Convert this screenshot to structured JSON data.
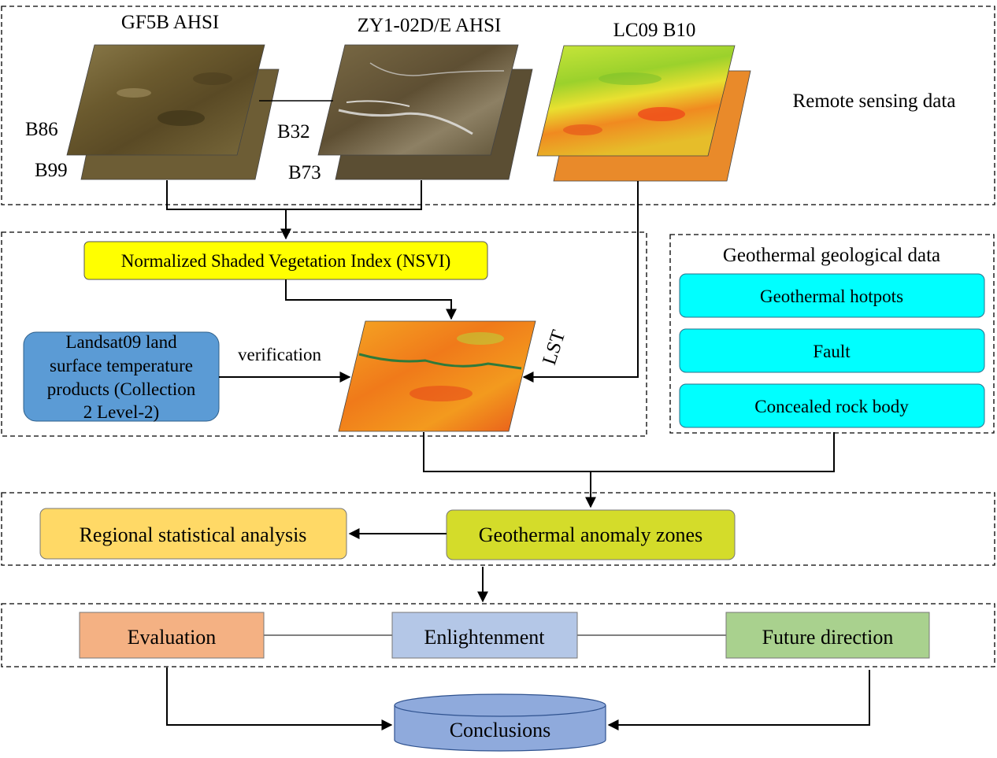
{
  "sensors": {
    "gf5b": {
      "title": "GF5B AHSI",
      "band_top": "B86",
      "band_bottom": "B99"
    },
    "zy1": {
      "title": "ZY1-02D/E AHSI",
      "band_top": "B32",
      "band_bottom": "B73"
    },
    "lc09": {
      "title": "LC09 B10"
    }
  },
  "group_labels": {
    "remote_sensing": "Remote sensing data",
    "geothermal_geo": "Geothermal geological data"
  },
  "processing": {
    "nsvi": "Normalized Shaded Vegetation Index (NSVI)",
    "landsat_lines": [
      "Landsat09 land",
      "surface temperature",
      "products (Collection",
      "2 Level-2)"
    ],
    "verification": "verification",
    "lst": "LST"
  },
  "geo_items": [
    "Geothermal hotpots",
    "Fault",
    "Concealed rock body"
  ],
  "analysis": {
    "anomaly": "Geothermal anomaly zones",
    "regional": "Regional statistical analysis"
  },
  "outcomes": {
    "evaluation": "Evaluation",
    "enlightenment": "Enlightenment",
    "future": "Future direction",
    "conclusions": "Conclusions"
  },
  "colors": {
    "nsvi_fill": "#ffff00",
    "landsat_fill": "#5b9bd5",
    "geo_fill": "#00ffff",
    "anomaly_fill": "#d4dc2a",
    "regional_fill": "#ffd966",
    "evaluation_fill": "#f4b183",
    "enlightenment_fill": "#b4c7e7",
    "future_fill": "#a9d18e",
    "conclusions_fill": "#8faadc"
  }
}
